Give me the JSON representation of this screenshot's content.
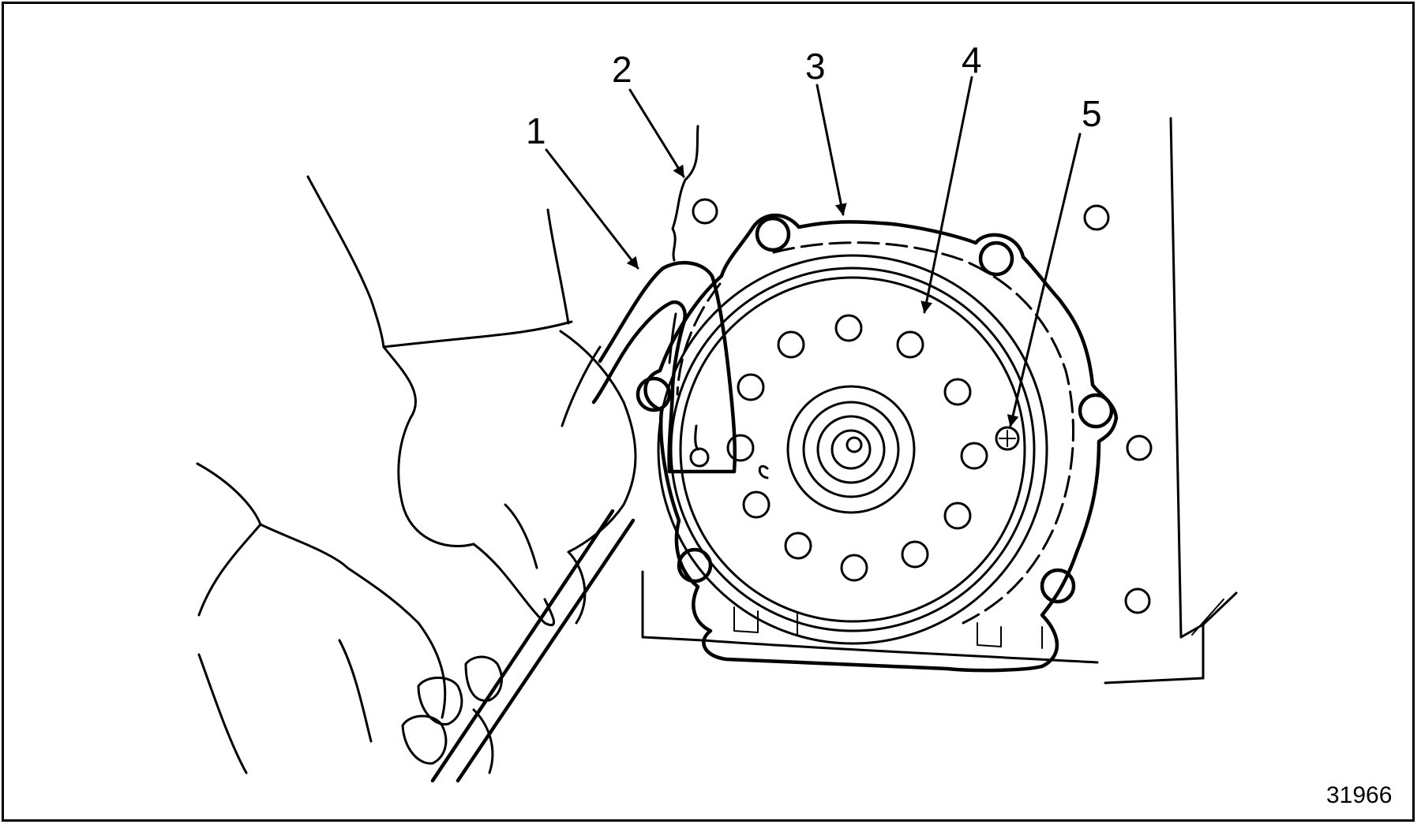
{
  "callouts": [
    {
      "label": "1"
    },
    {
      "label": "2"
    },
    {
      "label": "3"
    },
    {
      "label": "4"
    },
    {
      "label": "5"
    }
  ],
  "figure_id": "31966",
  "colors": {
    "ink": "#000000",
    "paper": "#ffffff"
  }
}
